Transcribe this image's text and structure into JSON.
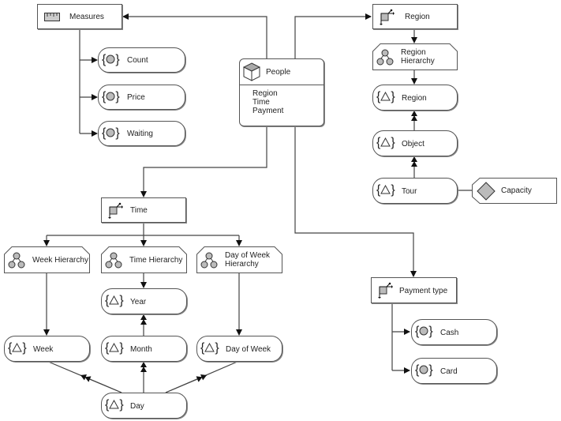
{
  "diagram": {
    "colors": {
      "stroke": "#555555",
      "fill": "#ffffff",
      "icon_fill": "#c0c0c0"
    },
    "cube": {
      "title": "People",
      "icon": "cube-icon",
      "attributes": [
        "Region",
        "Time",
        "Payment"
      ]
    },
    "measures": {
      "title": "Measures",
      "icon": "ruler-icon",
      "items": [
        {
          "label": "Count",
          "icon": "measure-circle-icon"
        },
        {
          "label": "Price",
          "icon": "measure-circle-icon"
        },
        {
          "label": "Waiting",
          "icon": "measure-circle-icon"
        }
      ]
    },
    "dimensions": {
      "region": {
        "title": "Region",
        "icon": "dimension-icon",
        "hierarchy": {
          "label": "Region Hierarchy",
          "line1": "Region",
          "line2": "Hierarchy",
          "icon": "hierarchy-icon"
        },
        "levels": [
          {
            "label": "Region",
            "icon": "level-triangle-icon"
          },
          {
            "label": "Object",
            "icon": "level-triangle-icon"
          },
          {
            "label": "Tour",
            "icon": "level-triangle-icon"
          }
        ],
        "attribute": {
          "label": "Capacity",
          "icon": "diamond-icon"
        }
      },
      "time": {
        "title": "Time",
        "icon": "dimension-icon",
        "hierarchies": [
          {
            "label": "Week Hierarchy",
            "line1": "Week Hierarchy",
            "line2": "",
            "icon": "hierarchy-icon"
          },
          {
            "label": "Time Hierarchy",
            "line1": "Time Hierarchy",
            "line2": "",
            "icon": "hierarchy-icon"
          },
          {
            "label": "Day of Week Hierarchy",
            "line1": "Day of Week",
            "line2": "Hierarchy",
            "icon": "hierarchy-icon"
          }
        ],
        "levels": {
          "year": "Year",
          "week": "Week",
          "month": "Month",
          "day_of_week": "Day of Week",
          "day": "Day"
        }
      },
      "payment": {
        "title": "Payment type",
        "icon": "dimension-icon",
        "members": [
          {
            "label": "Cash",
            "icon": "measure-circle-icon"
          },
          {
            "label": "Card",
            "icon": "measure-circle-icon"
          }
        ]
      }
    }
  }
}
